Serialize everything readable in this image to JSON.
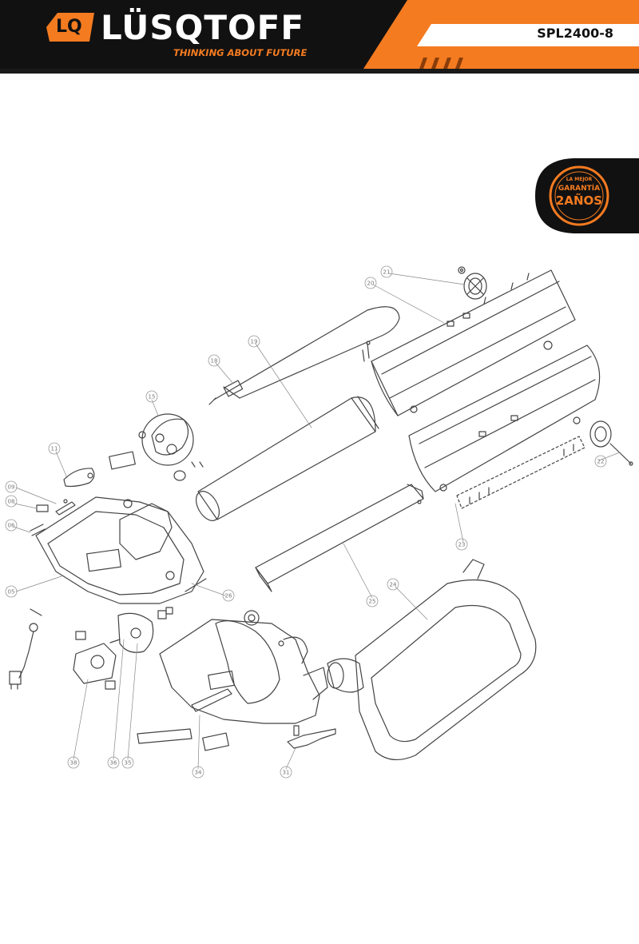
{
  "header": {
    "logo_mark": "LQ",
    "brand": "LÜSQTOFF",
    "tagline": "THINKING ABOUT FUTURE",
    "model": "SPL2400-8"
  },
  "badge": {
    "line1": "LA MEJOR",
    "line2": "GARANTÍA",
    "line3": "2AÑOS"
  },
  "callouts": [
    "21",
    "20",
    "19",
    "18",
    "15",
    "11",
    "09",
    "08",
    "06",
    "05",
    "26",
    "22",
    "23",
    "25",
    "24",
    "38",
    "36",
    "35",
    "34",
    "31"
  ],
  "colors": {
    "accent": "#f47b20",
    "header_dark": "#111111",
    "line_art": "#444444"
  }
}
